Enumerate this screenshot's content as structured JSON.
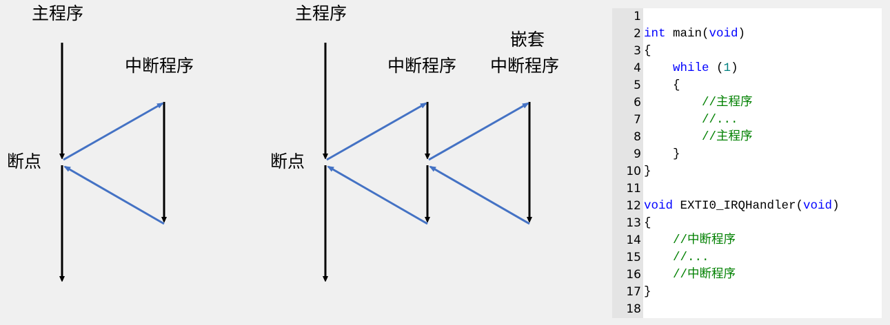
{
  "diagram_left": {
    "main_label": "主程序",
    "interrupt_label": "中断程序",
    "breakpoint_label": "断点"
  },
  "diagram_right": {
    "main_label": "主程序",
    "interrupt_label": "中断程序",
    "nested_label_line1": "嵌套",
    "nested_label_line2": "中断程序",
    "breakpoint_label": "断点"
  },
  "colors": {
    "flow_arrow": "#000000",
    "jump_arrow": "#4472c4",
    "keyword": "#0000ff",
    "number": "#008080",
    "comment": "#008000",
    "gutter": "#e4e4e4"
  },
  "code": {
    "lines": [
      {
        "n": "1",
        "indent": "",
        "tokens": []
      },
      {
        "n": "2",
        "indent": "",
        "tokens": [
          {
            "t": "int",
            "c": "kw"
          },
          {
            "t": " main(",
            "c": ""
          },
          {
            "t": "void",
            "c": "kw"
          },
          {
            "t": ")",
            "c": ""
          }
        ]
      },
      {
        "n": "3",
        "indent": "",
        "tokens": [
          {
            "t": "{",
            "c": ""
          }
        ]
      },
      {
        "n": "4",
        "indent": "    ",
        "tokens": [
          {
            "t": "while",
            "c": "kw"
          },
          {
            "t": " (",
            "c": ""
          },
          {
            "t": "1",
            "c": "num"
          },
          {
            "t": ")",
            "c": ""
          }
        ]
      },
      {
        "n": "5",
        "indent": "    ",
        "tokens": [
          {
            "t": "{",
            "c": ""
          }
        ]
      },
      {
        "n": "6",
        "indent": "        ",
        "tokens": [
          {
            "t": "//主程序",
            "c": "cm"
          }
        ]
      },
      {
        "n": "7",
        "indent": "        ",
        "tokens": [
          {
            "t": "//...",
            "c": "cm"
          }
        ]
      },
      {
        "n": "8",
        "indent": "        ",
        "tokens": [
          {
            "t": "//主程序",
            "c": "cm"
          }
        ]
      },
      {
        "n": "9",
        "indent": "    ",
        "tokens": [
          {
            "t": "}",
            "c": ""
          }
        ]
      },
      {
        "n": "10",
        "indent": "",
        "tokens": [
          {
            "t": "}",
            "c": ""
          }
        ]
      },
      {
        "n": "11",
        "indent": "",
        "tokens": []
      },
      {
        "n": "12",
        "indent": "",
        "tokens": [
          {
            "t": "void",
            "c": "kw"
          },
          {
            "t": " EXTI0_IRQHandler(",
            "c": ""
          },
          {
            "t": "void",
            "c": "kw"
          },
          {
            "t": ")",
            "c": ""
          }
        ]
      },
      {
        "n": "13",
        "indent": "",
        "tokens": [
          {
            "t": "{",
            "c": ""
          }
        ]
      },
      {
        "n": "14",
        "indent": "    ",
        "tokens": [
          {
            "t": "//中断程序",
            "c": "cm"
          }
        ]
      },
      {
        "n": "15",
        "indent": "    ",
        "tokens": [
          {
            "t": "//...",
            "c": "cm"
          }
        ]
      },
      {
        "n": "16",
        "indent": "    ",
        "tokens": [
          {
            "t": "//中断程序",
            "c": "cm"
          }
        ]
      },
      {
        "n": "17",
        "indent": "",
        "tokens": [
          {
            "t": "}",
            "c": ""
          }
        ]
      },
      {
        "n": "18",
        "indent": "",
        "tokens": []
      }
    ]
  }
}
